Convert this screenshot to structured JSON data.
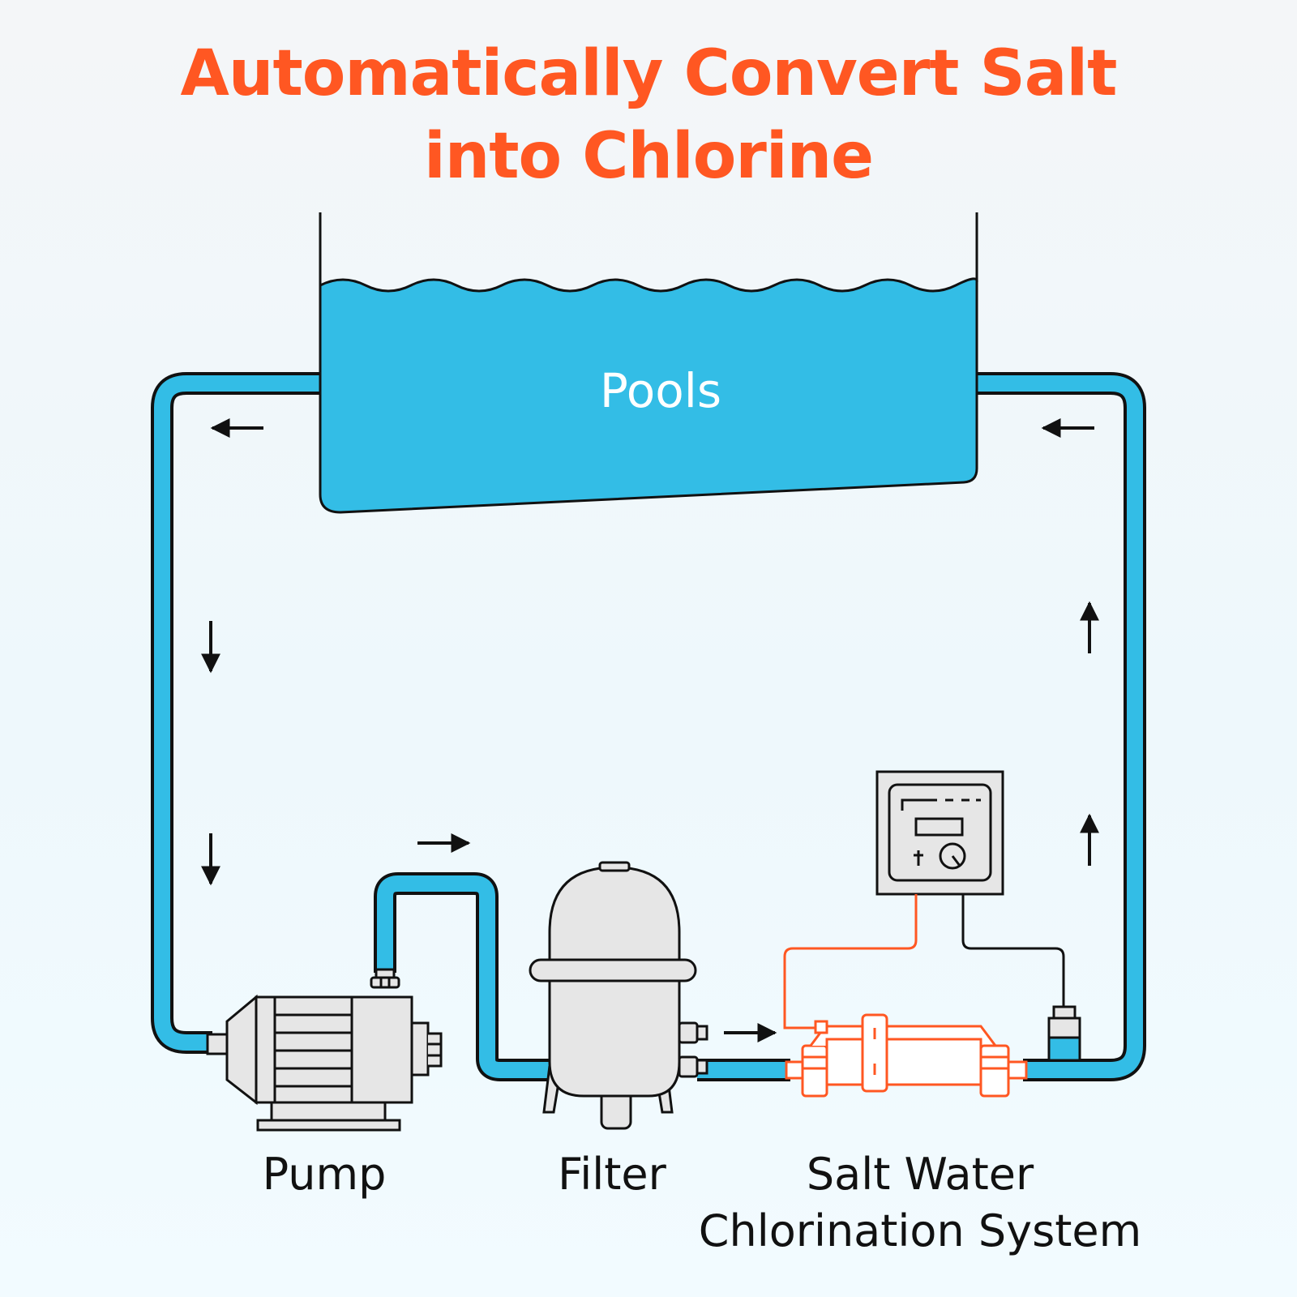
{
  "title": {
    "line1": "Automatically Convert Salt",
    "line2": "into Chlorine"
  },
  "labels": {
    "pools": "Pools",
    "pump": "Pump",
    "filter": "Filter",
    "chlorinator_line1": "Salt Water",
    "chlorinator_line2": "Chlorination System"
  },
  "colors": {
    "accent": "#ff5722",
    "water": "#33bde6",
    "outline": "#111111",
    "equipment_fill": "#e6e6e6"
  },
  "icons": {
    "flow": [
      "arrow-left-icon",
      "arrow-down-icon",
      "arrow-right-icon",
      "arrow-up-icon"
    ],
    "equipment": [
      "pump-icon",
      "filter-icon",
      "chlorinator-cell-icon",
      "control-panel-icon"
    ]
  }
}
